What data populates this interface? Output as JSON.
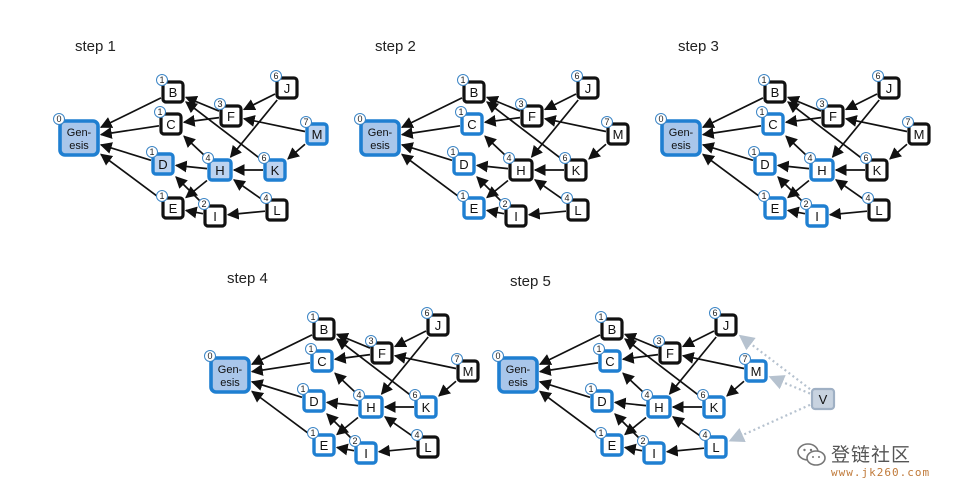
{
  "steps": [
    {
      "title": "step 1",
      "nodes": {
        "Genesis": {
          "weight": "0",
          "state": "genesis"
        },
        "B": {
          "weight": "1",
          "state": "plain"
        },
        "C": {
          "weight": "1",
          "state": "plain"
        },
        "D": {
          "weight": "1",
          "state": "shaded"
        },
        "E": {
          "weight": "1",
          "state": "plain"
        },
        "F": {
          "weight": "3",
          "state": "plain"
        },
        "H": {
          "weight": "4",
          "state": "shaded"
        },
        "I": {
          "weight": "2",
          "state": "plain"
        },
        "J": {
          "weight": "6",
          "state": "plain"
        },
        "K": {
          "weight": "6",
          "state": "shaded"
        },
        "L": {
          "weight": "4",
          "state": "plain"
        },
        "M": {
          "weight": "7",
          "state": "shaded"
        }
      }
    },
    {
      "title": "step 2",
      "nodes": {
        "Genesis": {
          "weight": "0",
          "state": "genesis"
        },
        "B": {
          "weight": "1",
          "state": "plain"
        },
        "C": {
          "weight": "1",
          "state": "blue"
        },
        "D": {
          "weight": "1",
          "state": "blue"
        },
        "E": {
          "weight": "1",
          "state": "blue"
        },
        "F": {
          "weight": "3",
          "state": "plain"
        },
        "H": {
          "weight": "4",
          "state": "plain"
        },
        "I": {
          "weight": "2",
          "state": "plain"
        },
        "J": {
          "weight": "6",
          "state": "plain"
        },
        "K": {
          "weight": "6",
          "state": "plain"
        },
        "L": {
          "weight": "4",
          "state": "plain"
        },
        "M": {
          "weight": "7",
          "state": "plain"
        }
      }
    },
    {
      "title": "step 3",
      "nodes": {
        "Genesis": {
          "weight": "0",
          "state": "genesis"
        },
        "B": {
          "weight": "1",
          "state": "plain"
        },
        "C": {
          "weight": "1",
          "state": "blue"
        },
        "D": {
          "weight": "1",
          "state": "blue"
        },
        "E": {
          "weight": "1",
          "state": "blue"
        },
        "F": {
          "weight": "3",
          "state": "plain"
        },
        "H": {
          "weight": "4",
          "state": "blue"
        },
        "I": {
          "weight": "2",
          "state": "blue"
        },
        "J": {
          "weight": "6",
          "state": "plain"
        },
        "K": {
          "weight": "6",
          "state": "plain"
        },
        "L": {
          "weight": "4",
          "state": "plain"
        },
        "M": {
          "weight": "7",
          "state": "plain"
        }
      }
    },
    {
      "title": "step 4",
      "nodes": {
        "Genesis": {
          "weight": "0",
          "state": "genesis"
        },
        "B": {
          "weight": "1",
          "state": "plain"
        },
        "C": {
          "weight": "1",
          "state": "blue"
        },
        "D": {
          "weight": "1",
          "state": "blue"
        },
        "E": {
          "weight": "1",
          "state": "blue"
        },
        "F": {
          "weight": "3",
          "state": "plain"
        },
        "H": {
          "weight": "4",
          "state": "blue"
        },
        "I": {
          "weight": "2",
          "state": "blue"
        },
        "J": {
          "weight": "6",
          "state": "plain"
        },
        "K": {
          "weight": "6",
          "state": "blue"
        },
        "L": {
          "weight": "4",
          "state": "plain"
        },
        "M": {
          "weight": "7",
          "state": "plain"
        }
      }
    },
    {
      "title": "step 5",
      "nodes": {
        "Genesis": {
          "weight": "0",
          "state": "genesis"
        },
        "B": {
          "weight": "1",
          "state": "plain"
        },
        "C": {
          "weight": "1",
          "state": "blue"
        },
        "D": {
          "weight": "1",
          "state": "blue"
        },
        "E": {
          "weight": "1",
          "state": "blue"
        },
        "F": {
          "weight": "3",
          "state": "plain"
        },
        "H": {
          "weight": "4",
          "state": "blue"
        },
        "I": {
          "weight": "2",
          "state": "blue"
        },
        "J": {
          "weight": "6",
          "state": "plain"
        },
        "K": {
          "weight": "6",
          "state": "blue"
        },
        "L": {
          "weight": "4",
          "state": "blue"
        },
        "M": {
          "weight": "7",
          "state": "blue"
        }
      },
      "extra_node": {
        "label": "V",
        "targets": [
          "J",
          "M",
          "L"
        ]
      }
    }
  ],
  "genesis_label": {
    "line1": "Gen-",
    "line2": "esis"
  },
  "edges": [
    [
      "B",
      "Genesis"
    ],
    [
      "C",
      "Genesis"
    ],
    [
      "D",
      "Genesis"
    ],
    [
      "E",
      "Genesis"
    ],
    [
      "F",
      "B"
    ],
    [
      "F",
      "C"
    ],
    [
      "H",
      "C"
    ],
    [
      "H",
      "D"
    ],
    [
      "H",
      "E"
    ],
    [
      "I",
      "D"
    ],
    [
      "I",
      "E"
    ],
    [
      "J",
      "F"
    ],
    [
      "J",
      "H"
    ],
    [
      "K",
      "B"
    ],
    [
      "K",
      "H"
    ],
    [
      "L",
      "H"
    ],
    [
      "L",
      "I"
    ],
    [
      "M",
      "F"
    ],
    [
      "M",
      "K"
    ]
  ],
  "colors": {
    "blue": "#1f7fd1",
    "black": "#111111",
    "shaded_fill": "#bcd3f0",
    "genesis_fill": "#a9c6ea",
    "v_fill": "#c8d3e0",
    "dotted": "#b6c2cf"
  },
  "watermark": {
    "text": "登链社区",
    "url": "www.jk260.com",
    "icon": "wechat-icon"
  }
}
